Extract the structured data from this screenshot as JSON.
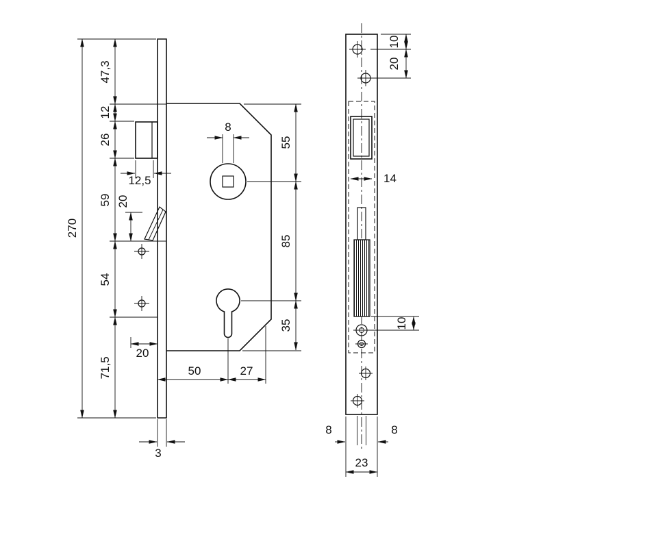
{
  "side_view": {
    "overall_height": "270",
    "seg_47_3": "47,3",
    "seg_12": "12",
    "seg_26": "26",
    "seg_59": "59",
    "seg_54": "54",
    "seg_71_5": "71,5",
    "latch_throw": "12,5",
    "lever_span": "20",
    "spindle_square": "8",
    "body_top_to_spindle": "55",
    "spindle_to_cylinder": "85",
    "cylinder_to_bottom": "35",
    "bottom_offset": "20",
    "backset": "50",
    "behind_axis": "27",
    "plate_thickness": "3"
  },
  "front_view": {
    "edge_to_hole": "10",
    "hole_spacing": "20",
    "latch_width": "14",
    "bolt_to_hole": "10",
    "left_inset": "8",
    "right_inset": "8",
    "plate_width": "23"
  }
}
